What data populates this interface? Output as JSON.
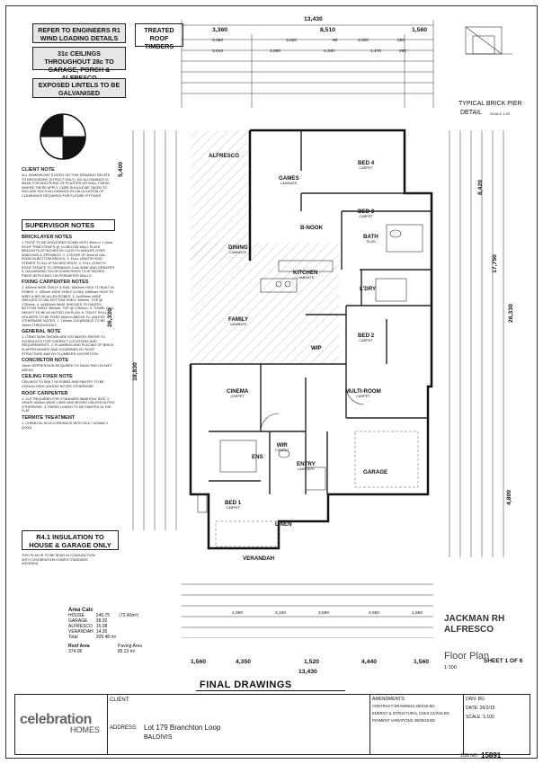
{
  "overall": {
    "top_width": "13,430",
    "bottom_width": "13,430",
    "left_height_1": "5,400",
    "left_height_2": "18,830",
    "left_height_3": "26,330",
    "right_height_1": "8,420",
    "right_height_2": "17,750",
    "right_height_3": "26,330",
    "right_height_4": "4,800"
  },
  "top_dims": {
    "row1": [
      "3,360",
      "8,510",
      "1,560"
    ],
    "row2": [
      "3,360",
      "3,020",
      "90",
      "4,000",
      "250"
    ],
    "row3": [
      "3,010",
      "4,850",
      "4,340",
      "1,470",
      "290"
    ]
  },
  "notes_top": {
    "engineers": "REFER TO ENGINEERS R1 WIND LOADING DETAILS",
    "ceilings": "31c CEILINGS THROUGHOUT 28c TO GARAGE, PORCH & ALFRESCO",
    "lintels": "EXPOSED LINTELS TO BE GALVANISED",
    "treated": "TREATED ROOF TIMBERS"
  },
  "client_note": {
    "title": "CLIENT NOTE",
    "text": "ALL DIMENSIONS STATED ON THIS DRAWING RELATE TO BRICKWORK (STRUCT ONLY). NO ALLOWANCE IS MADE FOR ADDITIONS OF PLASTER OR WALL FINISH WHERE THESE APPLY. CARE SHOULD BE TAKEN TO INCLUDE SUCH ALLOWANCE IN CALCULATION OF CLEARANCE REQUIRED FOR FUTURE FITTINGS."
  },
  "supervisor": {
    "title": "SUPERVISOR NOTES",
    "bricklayer_title": "BRICKLAYER NOTES",
    "bricklayer_text": "1. ROOF TO BE ANCHORED DOWN WITH 30mm x 1.0mm ROOF TRIM STRAPS @ 1m BELOW WALL PLATE BRACKETS ATTACHED BY LUGS TO ANGLES OVER WINDOWS & OPENINGS. 2. 2 ROWS OF 6mm Ø GAL RODS IN BOTTOM BRICKS. 3. FULL LENGTH ROD STRAPS TO ALL ATTACHED RODS. 4. FULL LENGTH ROOF STRAPS TO OPENINGS 3.4m WIDE AND GREATER. 5. GALVANISED SOLID DOWN RODS TO ATTACHED PIERS WITH ENDS ON PERIMETER WALLS.",
    "fixing_title": "FIXING CARPENTER NOTES",
    "fixing_text": "1. 450mm WIDE SHELF & RAIL 1850mm HIGH TO BUILT IN ROBES. 2. 450mm WIDE SHELF & RAIL 1680mm HIGH TO WIRS & BIR WI-ALLEN ROBES. 3. 4x450mm WIDE SHELVES TO WIL BOTTOM SHELF 850mm, TOP @ 1750mm. 4. 4x450mm WIDE SHELVES TO PANTRY. BOTTOM SHELF 850mm, TOP @ 1750mm. 5. TOWEL RAIL HEIGHT TO BE AS NOTED ON PLAN. 6. TOILET ROLL HOLDERS TO BE FIXED 800mm ABOVE F.L UNLESS OTHERWISE NOTED. 7. 150mm CLEARANCE TO BE 15mm THROUGHOUT.",
    "general_title": "GENERAL NOTE",
    "general_text": "1. ITEMS NOW SHOWN ARE ESTIMATES REFER TO SCHEDULES FOR CORRECT LOCATIONS AND REQUIREMENTS. 2. PLUMBING AND PLACING OF BRICK IS APPROXIMATE AND GOVERNED BY ROOF STRUCTURE AND BY PLUMBERS DISCRETION.",
    "concrete_title": "CONCRETOR NOTE",
    "concrete_text": "15mm DEPRESSION REQUIRED TO SANG PAD ON WET AREAS",
    "ceiling_title": "CEILING FIXER NOTE",
    "ceiling_text": "CEILINGS TO BUILT IN ROBES AND PANTRY TO BE 2100mm HIGH UNLESS NOTED OTHERWISE.",
    "roof_title": "ROOF CARPENTER",
    "roof_text": "1. CUT REQUIRED FOR STANDARD MANHOLE SIZE. 2. GRATE 400mm WIDE LINED AND BOXED UNLESS NOTED OTHERWISE. 3. PARED LINKED TO BE PAINTED IN THE FLAT.",
    "termite_title": "TERMITE TREATMENT",
    "termite_text": "1. CHEMICAL IN ACCORDANCE WITH BCA 7 AS3660.1 (2000)"
  },
  "insulation": "R4.1 INSULATION TO HOUSE & GARAGE ONLY",
  "plan_note": "THIS PLAN IS TO BE READ IN CONJUNCTION WITH CELEBRATION HOMES STANDARD ADDENDA",
  "rooms": {
    "alfresco": "ALFRESCO",
    "games": "GAMES",
    "bed4": "BED 4",
    "bed3": "BED 3",
    "ensuite_side": "B-NOOK",
    "bath": "BATH",
    "dining": "DINING",
    "kitchen": "KITCHEN",
    "ldry": "L'DRY",
    "family": "FAMILY",
    "bed2": "BED 2",
    "wip": "WIP",
    "cinema": "CINEMA",
    "multiroom": "MULTI-ROOM",
    "wir": "WIR",
    "ens": "ENS",
    "entry": "ENTRY",
    "garage": "GARAGE",
    "bed1": "BED 1",
    "verandah": "VERANDAH",
    "linen": "LINEN",
    "carpet": "CARPET",
    "laminate": "LAMINATE",
    "tiled": "TILED"
  },
  "brick_pier": {
    "title": "TYPICAL BRICK PIER",
    "subtitle": "DETAIL",
    "scale": "SCALE 1:20"
  },
  "area_calc": {
    "title": "Area Calc",
    "rows": [
      {
        "label": "HOUSE",
        "value": "240.75",
        "extra": "(72.40m²)"
      },
      {
        "label": "GARAGE",
        "value": "38.20",
        "extra": ""
      },
      {
        "label": "ALFRESCO",
        "value": "16.08",
        "extra": ""
      },
      {
        "label": "VERANDAH",
        "value": "14.35",
        "extra": ""
      }
    ],
    "total_label": "Total",
    "total_value": "309.48 m²",
    "roof_area_label": "Roof Area",
    "roof_area": "374.06",
    "paving_label": "Paving Area",
    "paving": "95.13 m²"
  },
  "bottom_dims": {
    "row1": [
      "1,560",
      "4,350",
      "1,520",
      "4,440",
      "1,560"
    ],
    "row2": [
      "4,000",
      "2,340",
      "3,590",
      "4,650",
      "1,560"
    ]
  },
  "final_title": "FINAL DRAWINGS",
  "design": {
    "name_line1": "JACKMAN RH",
    "name_line2": "ALFRESCO",
    "sheet": "SHEET 1 OF 6",
    "drawing": "Floor Plan",
    "scale": "1:100"
  },
  "title_block": {
    "brand": "celebration",
    "brand_sub": "HOMES",
    "client_label": "CLIENT:",
    "address_label": "ADDRESS:",
    "address_line1": "Lot 179 Branchton Loop",
    "address_line2": "BALDIVIS",
    "amendments_label": "AMENDMENTS:",
    "amend1": "CONTRACT DRAWINGS 26/2/15 BG",
    "amend2": "ENERGY & STRUCTURAL CHKS 12/3/15 BG",
    "amend3": "PAYMENT VARIATIONS 26/05/15 BG",
    "drawn_label": "DRN:",
    "drawn": "BG",
    "date_label": "DATE:",
    "date": "26/2/15",
    "scale_label": "SCALE:",
    "scale": "1:100",
    "job_label": "JOB NO:",
    "job": "15891"
  },
  "colors": {
    "line": "#222222",
    "hatch": "#888888",
    "box_fill": "#e6e6e6"
  }
}
